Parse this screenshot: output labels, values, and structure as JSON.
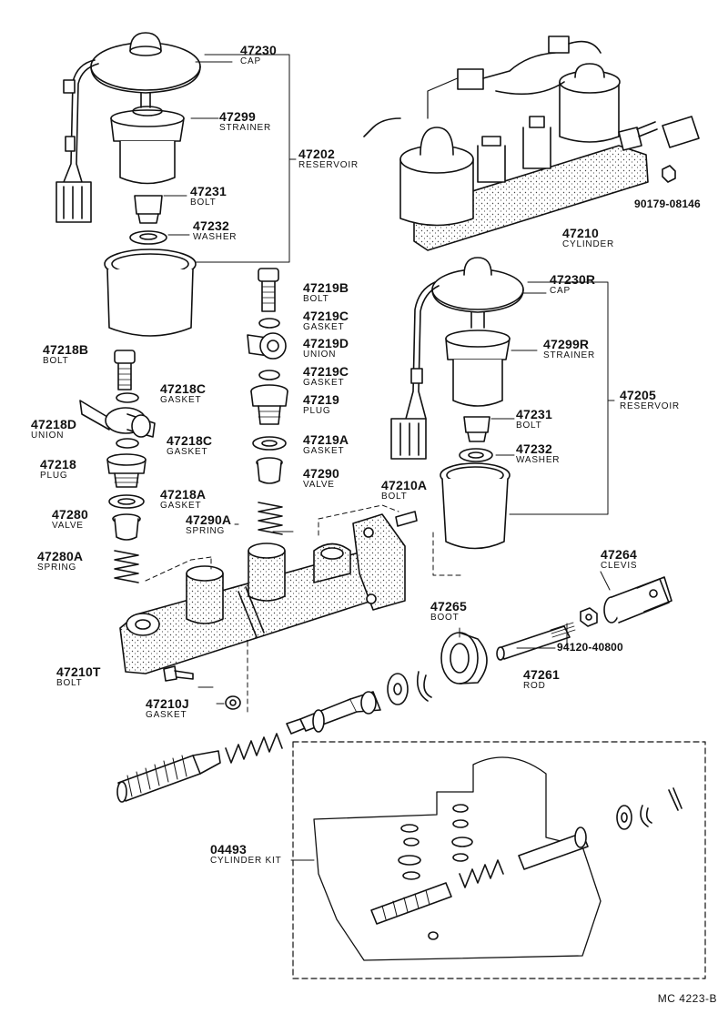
{
  "labels": {
    "l47230": {
      "num": "47230",
      "name": "CAP"
    },
    "l47299": {
      "num": "47299",
      "name": "STRAINER"
    },
    "l47202": {
      "num": "47202",
      "name": "RESERVOIR"
    },
    "l47231a": {
      "num": "47231",
      "name": "BOLT"
    },
    "l47232a": {
      "num": "47232",
      "name": "WASHER"
    },
    "l47218B": {
      "num": "47218B",
      "name": "BOLT"
    },
    "l47218Ca": {
      "num": "47218C",
      "name": "GASKET"
    },
    "l47218D": {
      "num": "47218D",
      "name": "UNION"
    },
    "l47218Cb": {
      "num": "47218C",
      "name": "GASKET"
    },
    "l47218": {
      "num": "47218",
      "name": "PLUG"
    },
    "l47218A": {
      "num": "47218A",
      "name": "GASKET"
    },
    "l47280": {
      "num": "47280",
      "name": "VALVE"
    },
    "l47280A": {
      "num": "47280A",
      "name": "SPRING"
    },
    "l47219B": {
      "num": "47219B",
      "name": "BOLT"
    },
    "l47219Ca": {
      "num": "47219C",
      "name": "GASKET"
    },
    "l47219D": {
      "num": "47219D",
      "name": "UNION"
    },
    "l47219Cb": {
      "num": "47219C",
      "name": "GASKET"
    },
    "l47219": {
      "num": "47219",
      "name": "PLUG"
    },
    "l47219A": {
      "num": "47219A",
      "name": "GASKET"
    },
    "l47290": {
      "num": "47290",
      "name": "VALVE"
    },
    "l47290A": {
      "num": "47290A",
      "name": "SPRING"
    },
    "l47210": {
      "num": "47210",
      "name": "CYLINDER"
    },
    "l90179": {
      "num": "90179-08146",
      "name": ""
    },
    "l47230R": {
      "num": "47230R",
      "name": "CAP"
    },
    "l47299R": {
      "num": "47299R",
      "name": "STRAINER"
    },
    "l47205": {
      "num": "47205",
      "name": "RESERVOIR"
    },
    "l47231b": {
      "num": "47231",
      "name": "BOLT"
    },
    "l47232b": {
      "num": "47232",
      "name": "WASHER"
    },
    "l47210A": {
      "num": "47210A",
      "name": "BOLT"
    },
    "l47264": {
      "num": "47264",
      "name": "CLEVIS"
    },
    "l47265": {
      "num": "47265",
      "name": "BOOT"
    },
    "l94120": {
      "num": "94120-40800",
      "name": ""
    },
    "l47261": {
      "num": "47261",
      "name": "ROD"
    },
    "l47210T": {
      "num": "47210T",
      "name": "BOLT"
    },
    "l47210J": {
      "num": "47210J",
      "name": "GASKET"
    },
    "l04493": {
      "num": "04493",
      "name": "CYLINDER KIT"
    }
  },
  "footer": "MC 4223-B"
}
